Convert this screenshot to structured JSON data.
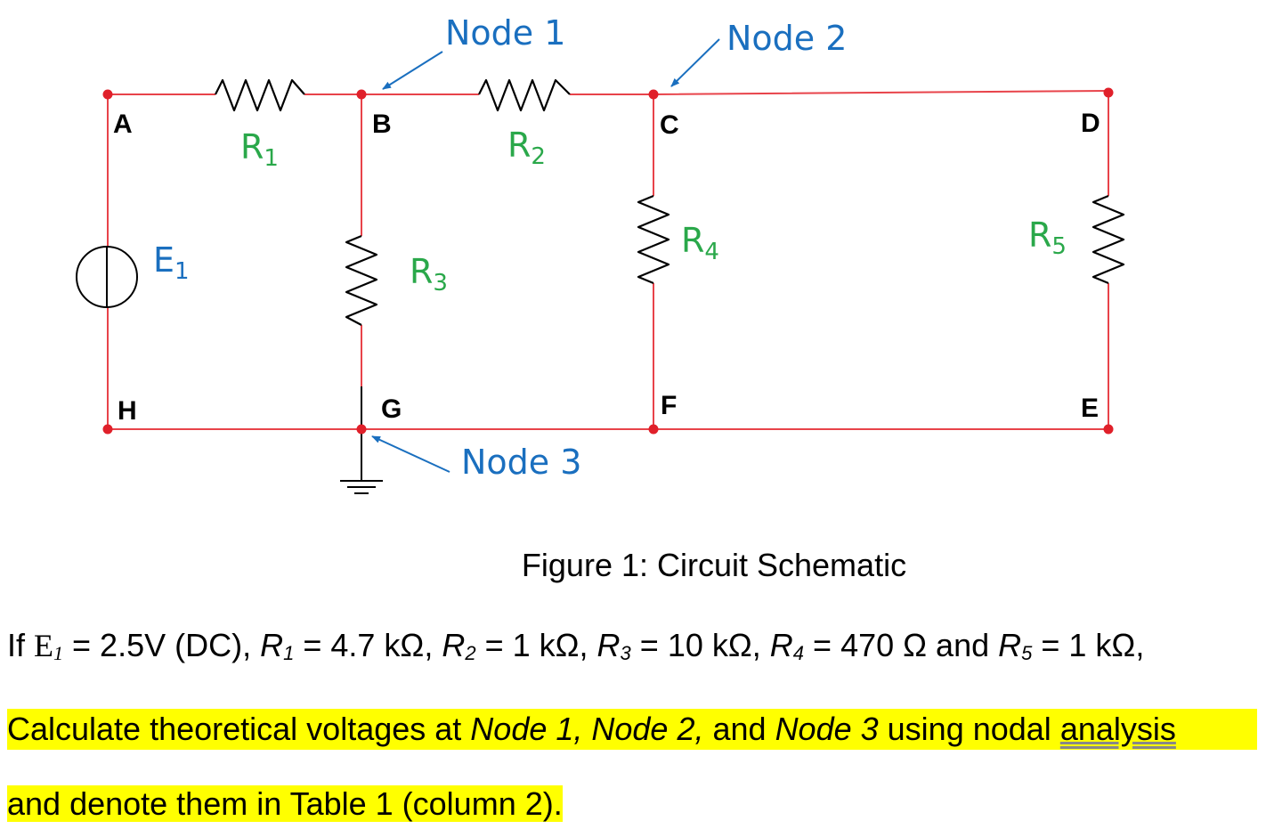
{
  "colors": {
    "wire": "#e8434a",
    "node_dot": "#e0202a",
    "resistor_label": "#2aa84a",
    "node_tag": "#1a6fbf",
    "source_label": "#1a6fbf",
    "highlight": "#ffff00"
  },
  "points": {
    "A": "A",
    "B": "B",
    "C": "C",
    "D": "D",
    "E": "E",
    "F": "F",
    "G": "G",
    "H": "H"
  },
  "resistors": {
    "r1": {
      "main": "R",
      "sub": "1"
    },
    "r2": {
      "main": "R",
      "sub": "2"
    },
    "r3": {
      "main": "R",
      "sub": "3"
    },
    "r4": {
      "main": "R",
      "sub": "4"
    },
    "r5": {
      "main": "R",
      "sub": "5"
    }
  },
  "source": {
    "main": "E",
    "sub": "1"
  },
  "node_tags": {
    "node1": "Node 1",
    "node2": "Node 2",
    "node3": "Node 3"
  },
  "caption": "Figure 1: Circuit Schematic",
  "problem": {
    "line1": {
      "if": "If ",
      "e1_main": "E",
      "e1_sub": "1",
      "e1_val": " = 2.5V (DC), ",
      "r1_main": "R",
      "r1_sub": "1",
      "r1_val": " = 4.7 kΩ, ",
      "r2_main": "R",
      "r2_sub": "2",
      "r2_val": " = 1 kΩ, ",
      "r3_main": "R",
      "r3_sub": "3",
      "r3_val": " = 10 kΩ, ",
      "r4_main": "R",
      "r4_sub": "4",
      "r4_val": " = 470 Ω and ",
      "r5_main": "R",
      "r5_sub": "5",
      "r5_val": " = 1 kΩ,"
    },
    "line2": {
      "a": "Calculate theoretical voltages at ",
      "n1": "Node 1, Node 2,",
      "b": " and ",
      "n3": "Node 3",
      "c": " using nodal ",
      "d": "analysis"
    },
    "line3": "and denote them in Table 1 (column 2)."
  }
}
